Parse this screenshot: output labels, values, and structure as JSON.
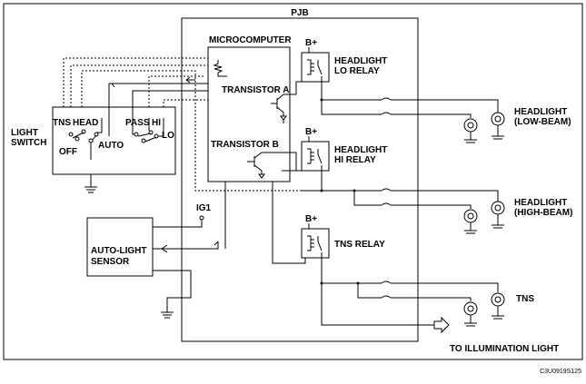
{
  "labels": {
    "pjb": "PJB",
    "microcomputer": "MICROCOMPUTER",
    "transistor_a": "TRANSISTOR A",
    "transistor_b": "TRANSISTOR B",
    "light_switch_1": "LIGHT",
    "light_switch_2": "SWITCH",
    "tns": "TNS",
    "head": "HEAD",
    "off": "OFF",
    "auto": "AUTO",
    "pass": "PASS",
    "hi": "HI",
    "lo": "LO",
    "bplus_1": "B+",
    "bplus_2": "B+",
    "bplus_3": "B+",
    "lo_relay_1": "HEADLIGHT",
    "lo_relay_2": "LO RELAY",
    "hi_relay_1": "HEADLIGHT",
    "hi_relay_2": "HI RELAY",
    "tns_relay": "TNS RELAY",
    "ig1": "IG1",
    "sensor_1": "AUTO-LIGHT",
    "sensor_2": "SENSOR",
    "low_beam_1": "HEADLIGHT",
    "low_beam_2": "(LOW-BEAM)",
    "high_beam_1": "HEADLIGHT",
    "high_beam_2": "(HIGH-BEAM)",
    "tns_lamp": "TNS",
    "illumination": "TO ILLUMINATION LIGHT",
    "code": "C3U0919S125"
  }
}
